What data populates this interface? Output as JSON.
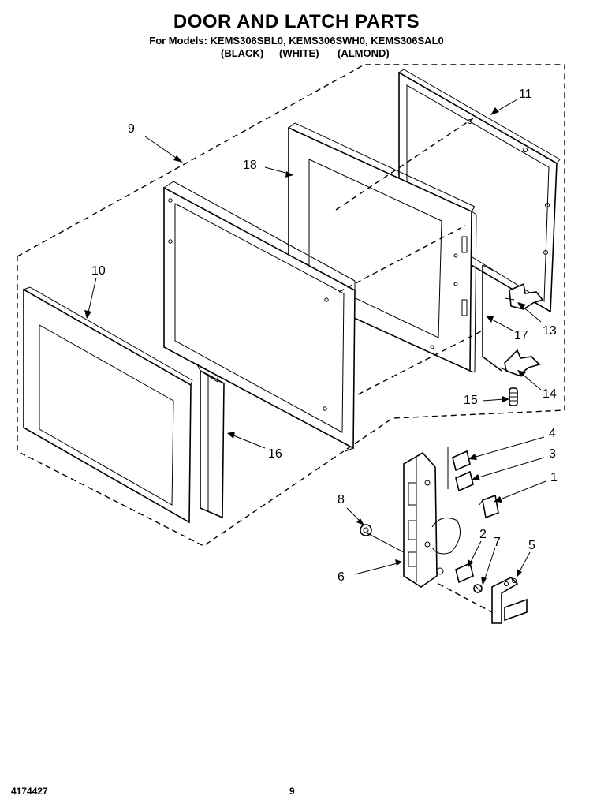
{
  "header": {
    "title": "DOOR AND LATCH PARTS",
    "models_line": "For Models: KEMS306SBL0, KEMS306SWH0, KEMS306SAL0",
    "variants": [
      "(BLACK)",
      "(WHITE)",
      "(ALMOND)"
    ]
  },
  "callouts": [
    "1",
    "2",
    "3",
    "4",
    "5",
    "6",
    "7",
    "8",
    "9",
    "10",
    "11",
    "13",
    "14",
    "15",
    "16",
    "17",
    "18"
  ],
  "footer": {
    "doc_number": "4174427",
    "page_number": "9"
  }
}
